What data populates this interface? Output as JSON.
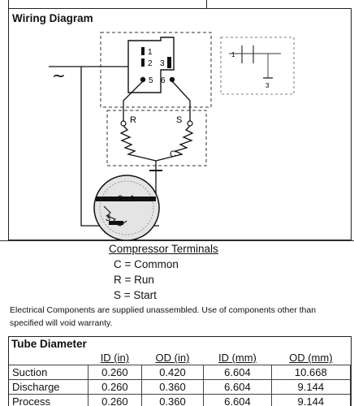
{
  "wiring_diagram": {
    "title": "Wiring Diagram",
    "ac_symbol": "~",
    "plug_numbers": [
      "1",
      "2",
      "3",
      "5",
      "6"
    ],
    "relay_labels": {
      "r": "R",
      "s": "S",
      "c": "C"
    },
    "overload_numbers": [
      "2",
      "1",
      "3"
    ],
    "inset_numbers": [
      "1",
      "3"
    ]
  },
  "compressor_terminals": {
    "title": "Compressor Terminals",
    "rows": [
      "C = Common",
      "R = Run",
      "S = Start"
    ]
  },
  "note": "Electrical Components are supplied unassembled.  Use of components other than specified will void warranty.",
  "tube_diameter": {
    "title": "Tube Diameter",
    "columns": [
      "ID (in)",
      "OD (in)",
      "ID (mm)",
      "OD (mm)"
    ],
    "rows": [
      {
        "label": "Suction",
        "values": [
          "0.260",
          "0.420",
          "6.604",
          "10.668"
        ]
      },
      {
        "label": "Discharge",
        "values": [
          "0.260",
          "0.360",
          "6.604",
          "9.144"
        ]
      },
      {
        "label": "Process",
        "values": [
          "0.260",
          "0.360",
          "6.604",
          "9.144"
        ]
      }
    ]
  }
}
